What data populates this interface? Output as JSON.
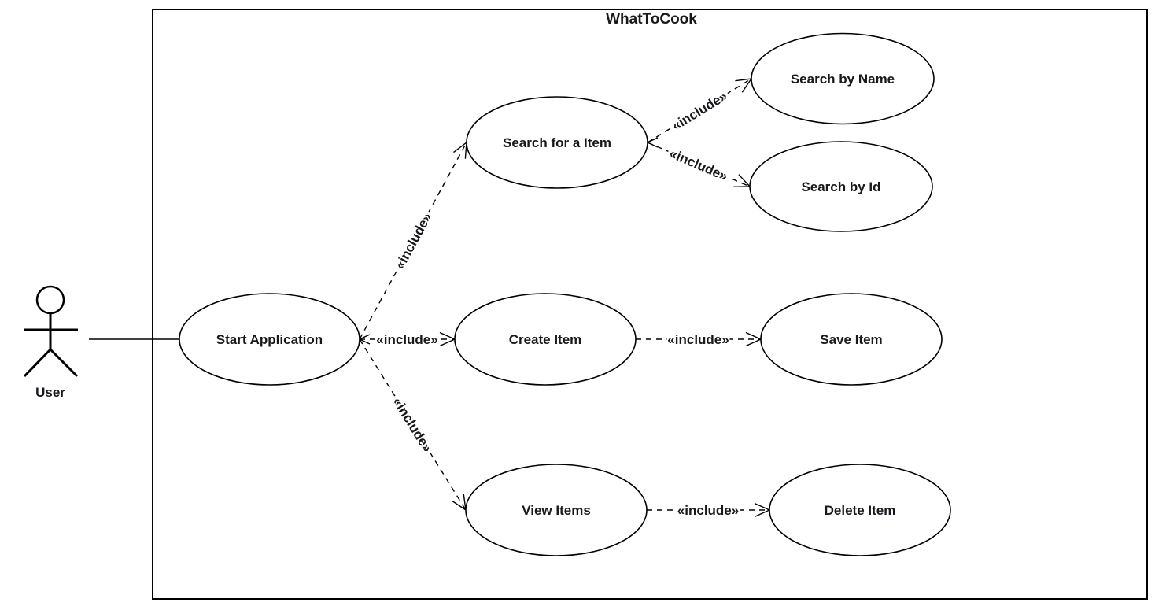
{
  "diagram": {
    "type": "uml-use-case-diagram",
    "title": "WhatToCook",
    "actor": {
      "label": "User"
    },
    "use_cases": [
      {
        "id": "start-application",
        "label": "Start Application"
      },
      {
        "id": "search-for-a-item",
        "label": "Search for a Item"
      },
      {
        "id": "search-by-name",
        "label": "Search by Name"
      },
      {
        "id": "search-by-id",
        "label": "Search by Id"
      },
      {
        "id": "create-item",
        "label": "Create Item"
      },
      {
        "id": "save-item",
        "label": "Save Item"
      },
      {
        "id": "view-items",
        "label": "View Items"
      },
      {
        "id": "delete-item",
        "label": "Delete Item"
      }
    ],
    "associations": [
      {
        "from": "User",
        "to": "Start Application",
        "style": "solid-line"
      }
    ],
    "includes": [
      {
        "from": "Start Application",
        "to": "Search for a Item",
        "label": "«include»"
      },
      {
        "from": "Start Application",
        "to": "Create Item",
        "label": "«include»"
      },
      {
        "from": "Start Application",
        "to": "View Items",
        "label": "«include»"
      },
      {
        "from": "Search for a Item",
        "to": "Search by Name",
        "label": "«include»"
      },
      {
        "from": "Search for a Item",
        "to": "Search by Id",
        "label": "«include»"
      },
      {
        "from": "Create Item",
        "to": "Save Item",
        "label": "«include»"
      },
      {
        "from": "View Items",
        "to": "Delete Item",
        "label": "«include»"
      }
    ],
    "colors": {
      "stroke": "#000000",
      "text": "#18181d",
      "background": "#ffffff"
    }
  }
}
